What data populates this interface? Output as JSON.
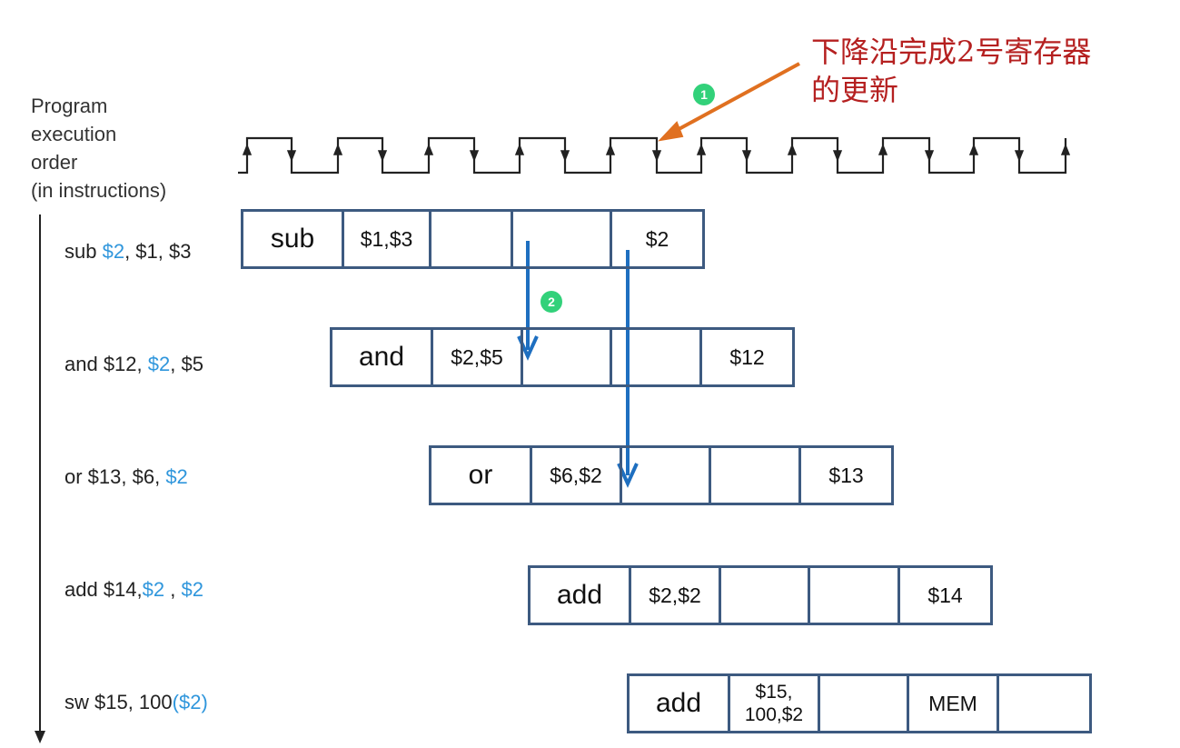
{
  "axis_label": [
    "Program",
    "execution",
    "order",
    "(in instructions)"
  ],
  "annotation": {
    "line1": "下降沿完成2号寄存器",
    "line2": "的更新"
  },
  "markers": [
    "1",
    "2"
  ],
  "instructions": [
    {
      "parts": [
        {
          "text": "sub ",
          "hl": false
        },
        {
          "text": "$2",
          "hl": true
        },
        {
          "text": ", $1, $3",
          "hl": false
        }
      ]
    },
    {
      "parts": [
        {
          "text": "and $12,  ",
          "hl": false
        },
        {
          "text": "$2",
          "hl": true
        },
        {
          "text": ", $5",
          "hl": false
        }
      ]
    },
    {
      "parts": [
        {
          "text": "or $13, $6, ",
          "hl": false
        },
        {
          "text": "$2",
          "hl": true
        }
      ]
    },
    {
      "parts": [
        {
          "text": "add $14,",
          "hl": false
        },
        {
          "text": "$2",
          "hl": true
        },
        {
          "text": " , ",
          "hl": false
        },
        {
          "text": "$2",
          "hl": true
        }
      ]
    },
    {
      "parts": [
        {
          "text": "sw $15, 100",
          "hl": false
        },
        {
          "text": "($2)",
          "hl": true
        }
      ]
    }
  ],
  "pipeline_rows": [
    {
      "cells": [
        "sub",
        "$1,$3",
        "",
        "",
        "$2"
      ]
    },
    {
      "cells": [
        "and",
        "$2,$5",
        "",
        "",
        "$12"
      ]
    },
    {
      "cells": [
        "or",
        "$6,$2",
        "",
        "",
        "$13"
      ]
    },
    {
      "cells": [
        "add",
        "$2,$2",
        "",
        "",
        "$14"
      ]
    },
    {
      "cells": [
        "add",
        "$15,\n100,$2",
        "",
        "MEM",
        ""
      ]
    }
  ],
  "colors": {
    "box_border": "#3d5a80",
    "register_highlight": "#2f96dc",
    "annotation_text": "#b52020",
    "annotation_arrow": "#e07020",
    "forward_arrow": "#1e6fc0",
    "marker_fill": "#32d17a"
  }
}
